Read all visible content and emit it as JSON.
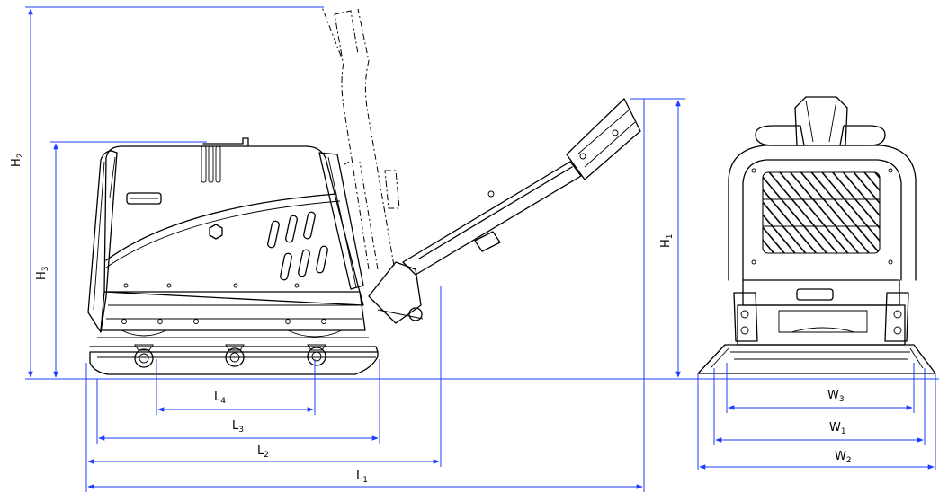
{
  "dimensions": {
    "length": [
      {
        "key": "l1",
        "base": "L",
        "sub": "1"
      },
      {
        "key": "l2",
        "base": "L",
        "sub": "2"
      },
      {
        "key": "l3",
        "base": "L",
        "sub": "3"
      },
      {
        "key": "l4",
        "base": "L",
        "sub": "4"
      }
    ],
    "height": [
      {
        "key": "h1",
        "base": "H",
        "sub": "1"
      },
      {
        "key": "h2",
        "base": "H",
        "sub": "2"
      },
      {
        "key": "h3",
        "base": "H",
        "sub": "3"
      }
    ],
    "width": [
      {
        "key": "w1",
        "base": "W",
        "sub": "1"
      },
      {
        "key": "w2",
        "base": "W",
        "sub": "2"
      },
      {
        "key": "w3",
        "base": "W",
        "sub": "3"
      }
    ]
  },
  "colors": {
    "dimension_line": "#1c3cff",
    "outline": "#000000"
  }
}
